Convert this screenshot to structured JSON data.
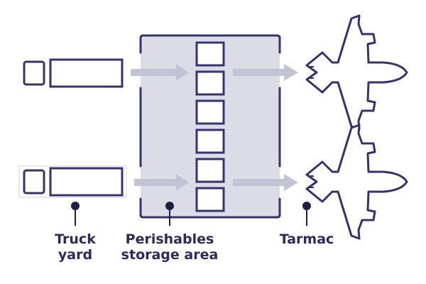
{
  "colors": {
    "ink": "#34336e",
    "label": "#2b2a5c",
    "storage_fill": "#dcdce6",
    "arrow": "#c3c3d6",
    "background": "#ffffff"
  },
  "labels": {
    "truck_yard": {
      "line1": "Truck",
      "line2": "yard"
    },
    "storage": {
      "line1": "Perishables",
      "line2": "storage area"
    },
    "tarmac": {
      "line1": "Tarmac"
    }
  },
  "counts": {
    "trucks": 2,
    "storage_boxes": 6,
    "planes": 2
  }
}
